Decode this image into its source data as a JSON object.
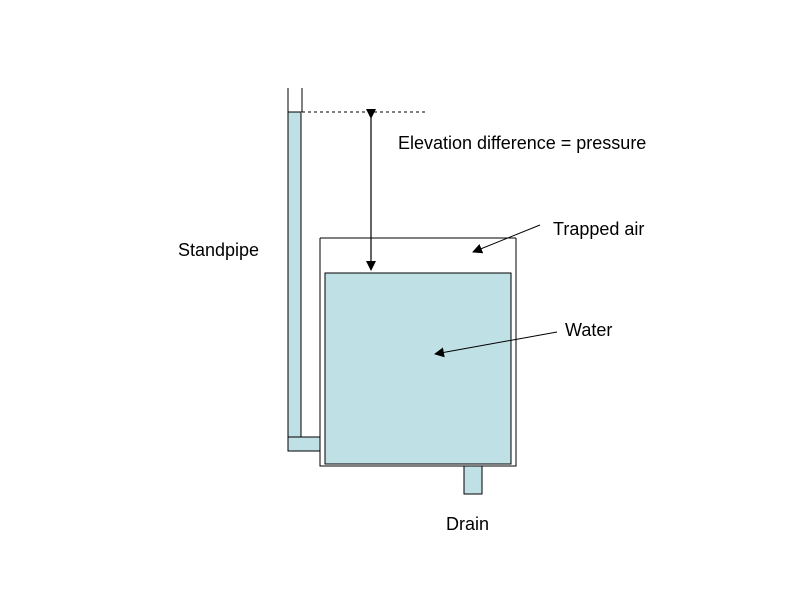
{
  "labels": {
    "standpipe": "Standpipe",
    "elevation": "Elevation difference = pressure",
    "trapped_air": "Trapped air",
    "water": "Water",
    "drain": "Drain"
  },
  "colors": {
    "water_fill": "#bfe0e4",
    "outline": "#000000",
    "background": "#ffffff"
  }
}
